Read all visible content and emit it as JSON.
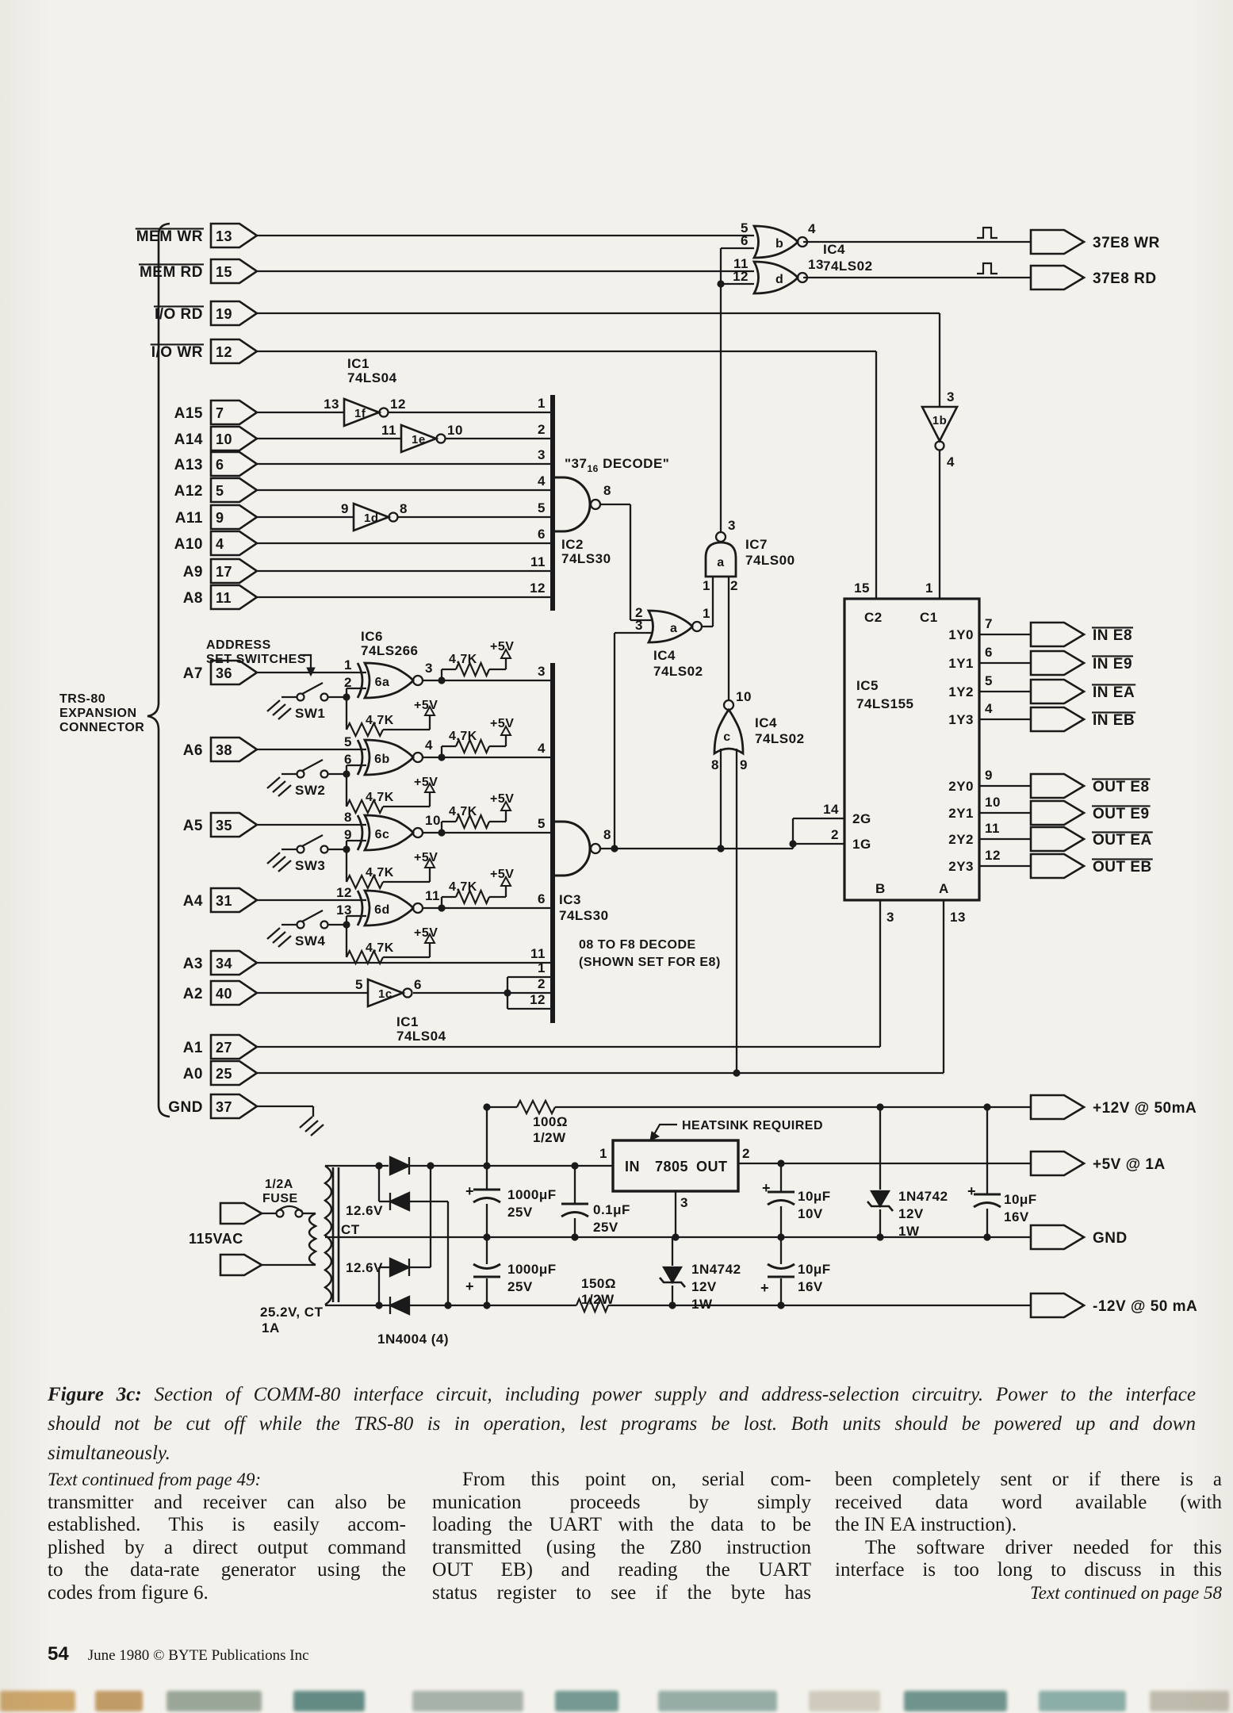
{
  "schematic": {
    "connector_label": [
      "TRS-80",
      "EXPANSION",
      "CONNECTOR"
    ],
    "address_switches_label": [
      "ADDRESS",
      "SET SWITCHES"
    ],
    "inputs": [
      {
        "label": "MEM WR",
        "pin": "13",
        "ov": true
      },
      {
        "label": "MEM RD",
        "pin": "15",
        "ov": true
      },
      {
        "label": "I/O RD",
        "pin": "19",
        "ov": true
      },
      {
        "label": "I/O WR",
        "pin": "12",
        "ov": true
      },
      {
        "label": "A15",
        "pin": "7"
      },
      {
        "label": "A14",
        "pin": "10"
      },
      {
        "label": "A13",
        "pin": "6"
      },
      {
        "label": "A12",
        "pin": "5"
      },
      {
        "label": "A11",
        "pin": "9"
      },
      {
        "label": "A10",
        "pin": "4"
      },
      {
        "label": "A9",
        "pin": "17"
      },
      {
        "label": "A8",
        "pin": "11"
      },
      {
        "label": "A7",
        "pin": "36"
      },
      {
        "label": "A6",
        "pin": "38"
      },
      {
        "label": "A5",
        "pin": "35"
      },
      {
        "label": "A4",
        "pin": "31"
      },
      {
        "label": "A3",
        "pin": "34"
      },
      {
        "label": "A2",
        "pin": "40"
      },
      {
        "label": "A1",
        "pin": "27"
      },
      {
        "label": "A0",
        "pin": "25"
      },
      {
        "label": "GND",
        "pin": "37"
      }
    ],
    "strobe_outputs": [
      "37E8 WR",
      "37E8 RD"
    ],
    "in_outputs": [
      "IN E8",
      "IN E9",
      "IN EA",
      "IN EB"
    ],
    "out_outputs": [
      "OUT E8",
      "OUT E9",
      "OUT EA",
      "OUT EB"
    ],
    "power_outputs": [
      "+12V @ 50mA",
      "+5V @ 1A",
      "GND",
      "-12V @ 50 mA"
    ],
    "ics": {
      "ic1": {
        "name": "IC1",
        "part": "74LS04"
      },
      "ic2": {
        "name": "IC2",
        "part": "74LS30"
      },
      "ic3": {
        "name": "IC3",
        "part": "74LS30"
      },
      "ic4": {
        "name": "IC4",
        "part": "74LS02"
      },
      "ic5": {
        "name": "IC5",
        "part": "74LS155"
      },
      "ic6": {
        "name": "IC6",
        "part": "74LS266"
      },
      "ic7": {
        "name": "IC7",
        "part": "74LS00"
      }
    },
    "inverters": {
      "f": {
        "id": "1f",
        "in": "13",
        "out": "12"
      },
      "e": {
        "id": "1e",
        "in": "11",
        "out": "10"
      },
      "d": {
        "id": "1d",
        "in": "9",
        "out": "8"
      },
      "c": {
        "id": "1c",
        "in": "5",
        "out": "6"
      },
      "b": {
        "id": "1b",
        "in": "3",
        "out": "4"
      }
    },
    "nor_gates": {
      "b": {
        "id": "b",
        "in1": "5",
        "in2": "6",
        "out": "4"
      },
      "d": {
        "id": "d",
        "in1": "11",
        "in2": "12",
        "out": "13"
      },
      "a": {
        "id": "a",
        "in1": "2",
        "in2": "3",
        "out": "1"
      },
      "c": {
        "id": "c",
        "in1": "8",
        "in2": "9",
        "out": "10"
      }
    },
    "nand_a": {
      "id": "a",
      "in1": "1",
      "in2": "2",
      "out": "3"
    },
    "ic2_pins": [
      "1",
      "2",
      "3",
      "4",
      "5",
      "6",
      "11",
      "12"
    ],
    "ic2_out": "8",
    "ic3_pins": [
      "3",
      "4",
      "5",
      "6",
      "11",
      "1",
      "2",
      "12"
    ],
    "ic3_out": "8",
    "xnor_gates": [
      {
        "id": "6a",
        "in1": "1",
        "in2": "2",
        "out": "3"
      },
      {
        "id": "6b",
        "in1": "5",
        "in2": "6",
        "out": "4"
      },
      {
        "id": "6c",
        "in1": "8",
        "in2": "9",
        "out": "10"
      },
      {
        "id": "6d",
        "in1": "12",
        "in2": "13",
        "out": "11"
      }
    ],
    "switches": [
      "SW1",
      "SW2",
      "SW3",
      "SW4"
    ],
    "r47": "4.7K",
    "vcc": "+5V",
    "ic5_pins": {
      "top": [
        {
          "n": "15",
          "l": "C2"
        },
        {
          "n": "1",
          "l": "C1"
        }
      ],
      "y1": [
        {
          "l": "1Y0",
          "n": "7"
        },
        {
          "l": "1Y1",
          "n": "6"
        },
        {
          "l": "1Y2",
          "n": "5"
        },
        {
          "l": "1Y3",
          "n": "4"
        }
      ],
      "y2": [
        {
          "l": "2Y0",
          "n": "9"
        },
        {
          "l": "2Y1",
          "n": "10"
        },
        {
          "l": "2Y2",
          "n": "11"
        },
        {
          "l": "2Y3",
          "n": "12"
        }
      ],
      "g": [
        {
          "l": "2G",
          "n": "14"
        },
        {
          "l": "1G",
          "n": "2"
        }
      ],
      "ba": [
        {
          "l": "B",
          "n": "3"
        },
        {
          "l": "A",
          "n": "13"
        }
      ]
    },
    "notes": {
      "decode37": {
        "a": "\"37",
        "sub": "16",
        "b": " DECODE\""
      },
      "decode08": [
        "08 TO F8 DECODE",
        "(SHOWN SET FOR E8)"
      ],
      "heatsink": "HEATSINK REQUIRED"
    },
    "power": {
      "vac": "115VAC",
      "fuse": [
        "1/2A",
        "FUSE"
      ],
      "sec_top": "12.6V",
      "ct": "CT",
      "sec_bot": "12.6V",
      "rating": [
        "25.2V, CT",
        "1A"
      ],
      "diodes": "1N4004 (4)",
      "r100": [
        "100Ω",
        "1/2W"
      ],
      "r150": [
        "150Ω",
        "1/2W"
      ],
      "reg": {
        "p1": "1",
        "in": "IN",
        "name": "7805",
        "out": "OUT",
        "p2": "2",
        "p3": "3"
      },
      "c1000a": [
        "1000μF",
        "25V"
      ],
      "c1000b": [
        "1000μF",
        "25V"
      ],
      "c01": [
        "0.1μF",
        "25V"
      ],
      "zener": [
        "1N4742",
        "12V",
        "1W"
      ],
      "c10a": [
        "10μF",
        "10V"
      ],
      "c10b": [
        "10μF",
        "16V"
      ],
      "c10c": [
        "10μF",
        "16V"
      ],
      "plus": "+"
    }
  },
  "caption": {
    "lead": "Figure 3c:",
    "lines": [
      " Section of COMM-80 interface circuit, including power supply and address-selection circuitry. Power to the interface",
      "should not be cut off while the TRS-80 is in operation, lest programs be lost. Both units should be powered up and down",
      "simultaneously."
    ]
  },
  "columns": [
    {
      "lines": [
        {
          "t": "Text continued from page 49:",
          "style": "ital"
        },
        {
          "t": "transmitter and receiver can also be"
        },
        {
          "t": "established. This is easily accom-"
        },
        {
          "t": "plished by a direct output command"
        },
        {
          "t": "to the data-rate generator using the"
        },
        {
          "t": "codes from figure 6.",
          "last": true
        }
      ]
    },
    {
      "lines": [
        {
          "t": "From this point on, serial com-",
          "ind": true
        },
        {
          "t": "munication proceeds by simply"
        },
        {
          "t": "loading the UART with the data to be"
        },
        {
          "t": "transmitted (using the Z80 instruction"
        },
        {
          "t": "OUT EB)  and reading the UART"
        },
        {
          "t": "status register to see if the byte has"
        }
      ]
    },
    {
      "lines": [
        {
          "t": "been completely sent or if there is a"
        },
        {
          "t": "received data word available (with"
        },
        {
          "t": "the IN EA instruction).",
          "last": true
        },
        {
          "t": "The software driver needed for this",
          "ind": true
        },
        {
          "t": "interface is too long to discuss in this"
        },
        {
          "t": "Text continued on page 58",
          "style": "ital",
          "right": true
        }
      ]
    }
  ],
  "footer": {
    "page": "54",
    "text": "June 1980 © BYTE Publications Inc"
  }
}
